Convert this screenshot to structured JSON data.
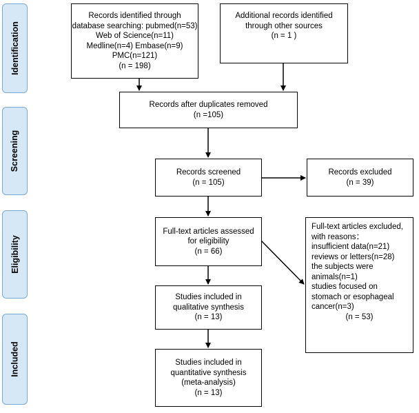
{
  "stages": {
    "identification": "Identification",
    "screening": "Screening",
    "eligibility": "Eligibility",
    "included": "Included"
  },
  "boxes": {
    "db_search": [
      "Records identified through",
      "database searching: pubmed(n=53)",
      "Web of Science(n=11)",
      "Medline(n=4) Embase(n=9)",
      "PMC(n=121)",
      "(n = 198)"
    ],
    "other_sources": [
      "Additional records identified",
      "through other sources",
      "(n = 1 )"
    ],
    "after_duplicates": [
      "Records after duplicates removed",
      "(n =105)"
    ],
    "screened": [
      "Records screened",
      "(n = 105)"
    ],
    "excluded": [
      "Records excluded",
      "(n = 39)"
    ],
    "fulltext_assessed": [
      "Full-text articles assessed",
      "for eligibility",
      "(n = 66)"
    ],
    "fulltext_excluded": [
      "Full-text articles excluded,",
      "with reasons：",
      "insufficient data(n=21)",
      "reviews or letters(n=28)",
      "the subjects were",
      "animals(n=1)",
      "studies focused on",
      "stomach or esophageal",
      "cancer(n=3)",
      "(n = 53)"
    ],
    "qualitative": [
      "Studies included in",
      "qualitative synthesis",
      "(n = 13)"
    ],
    "quantitative": [
      "Studies included in",
      "quantitative synthesis",
      "(meta-analysis)",
      "(n = 13)"
    ]
  }
}
